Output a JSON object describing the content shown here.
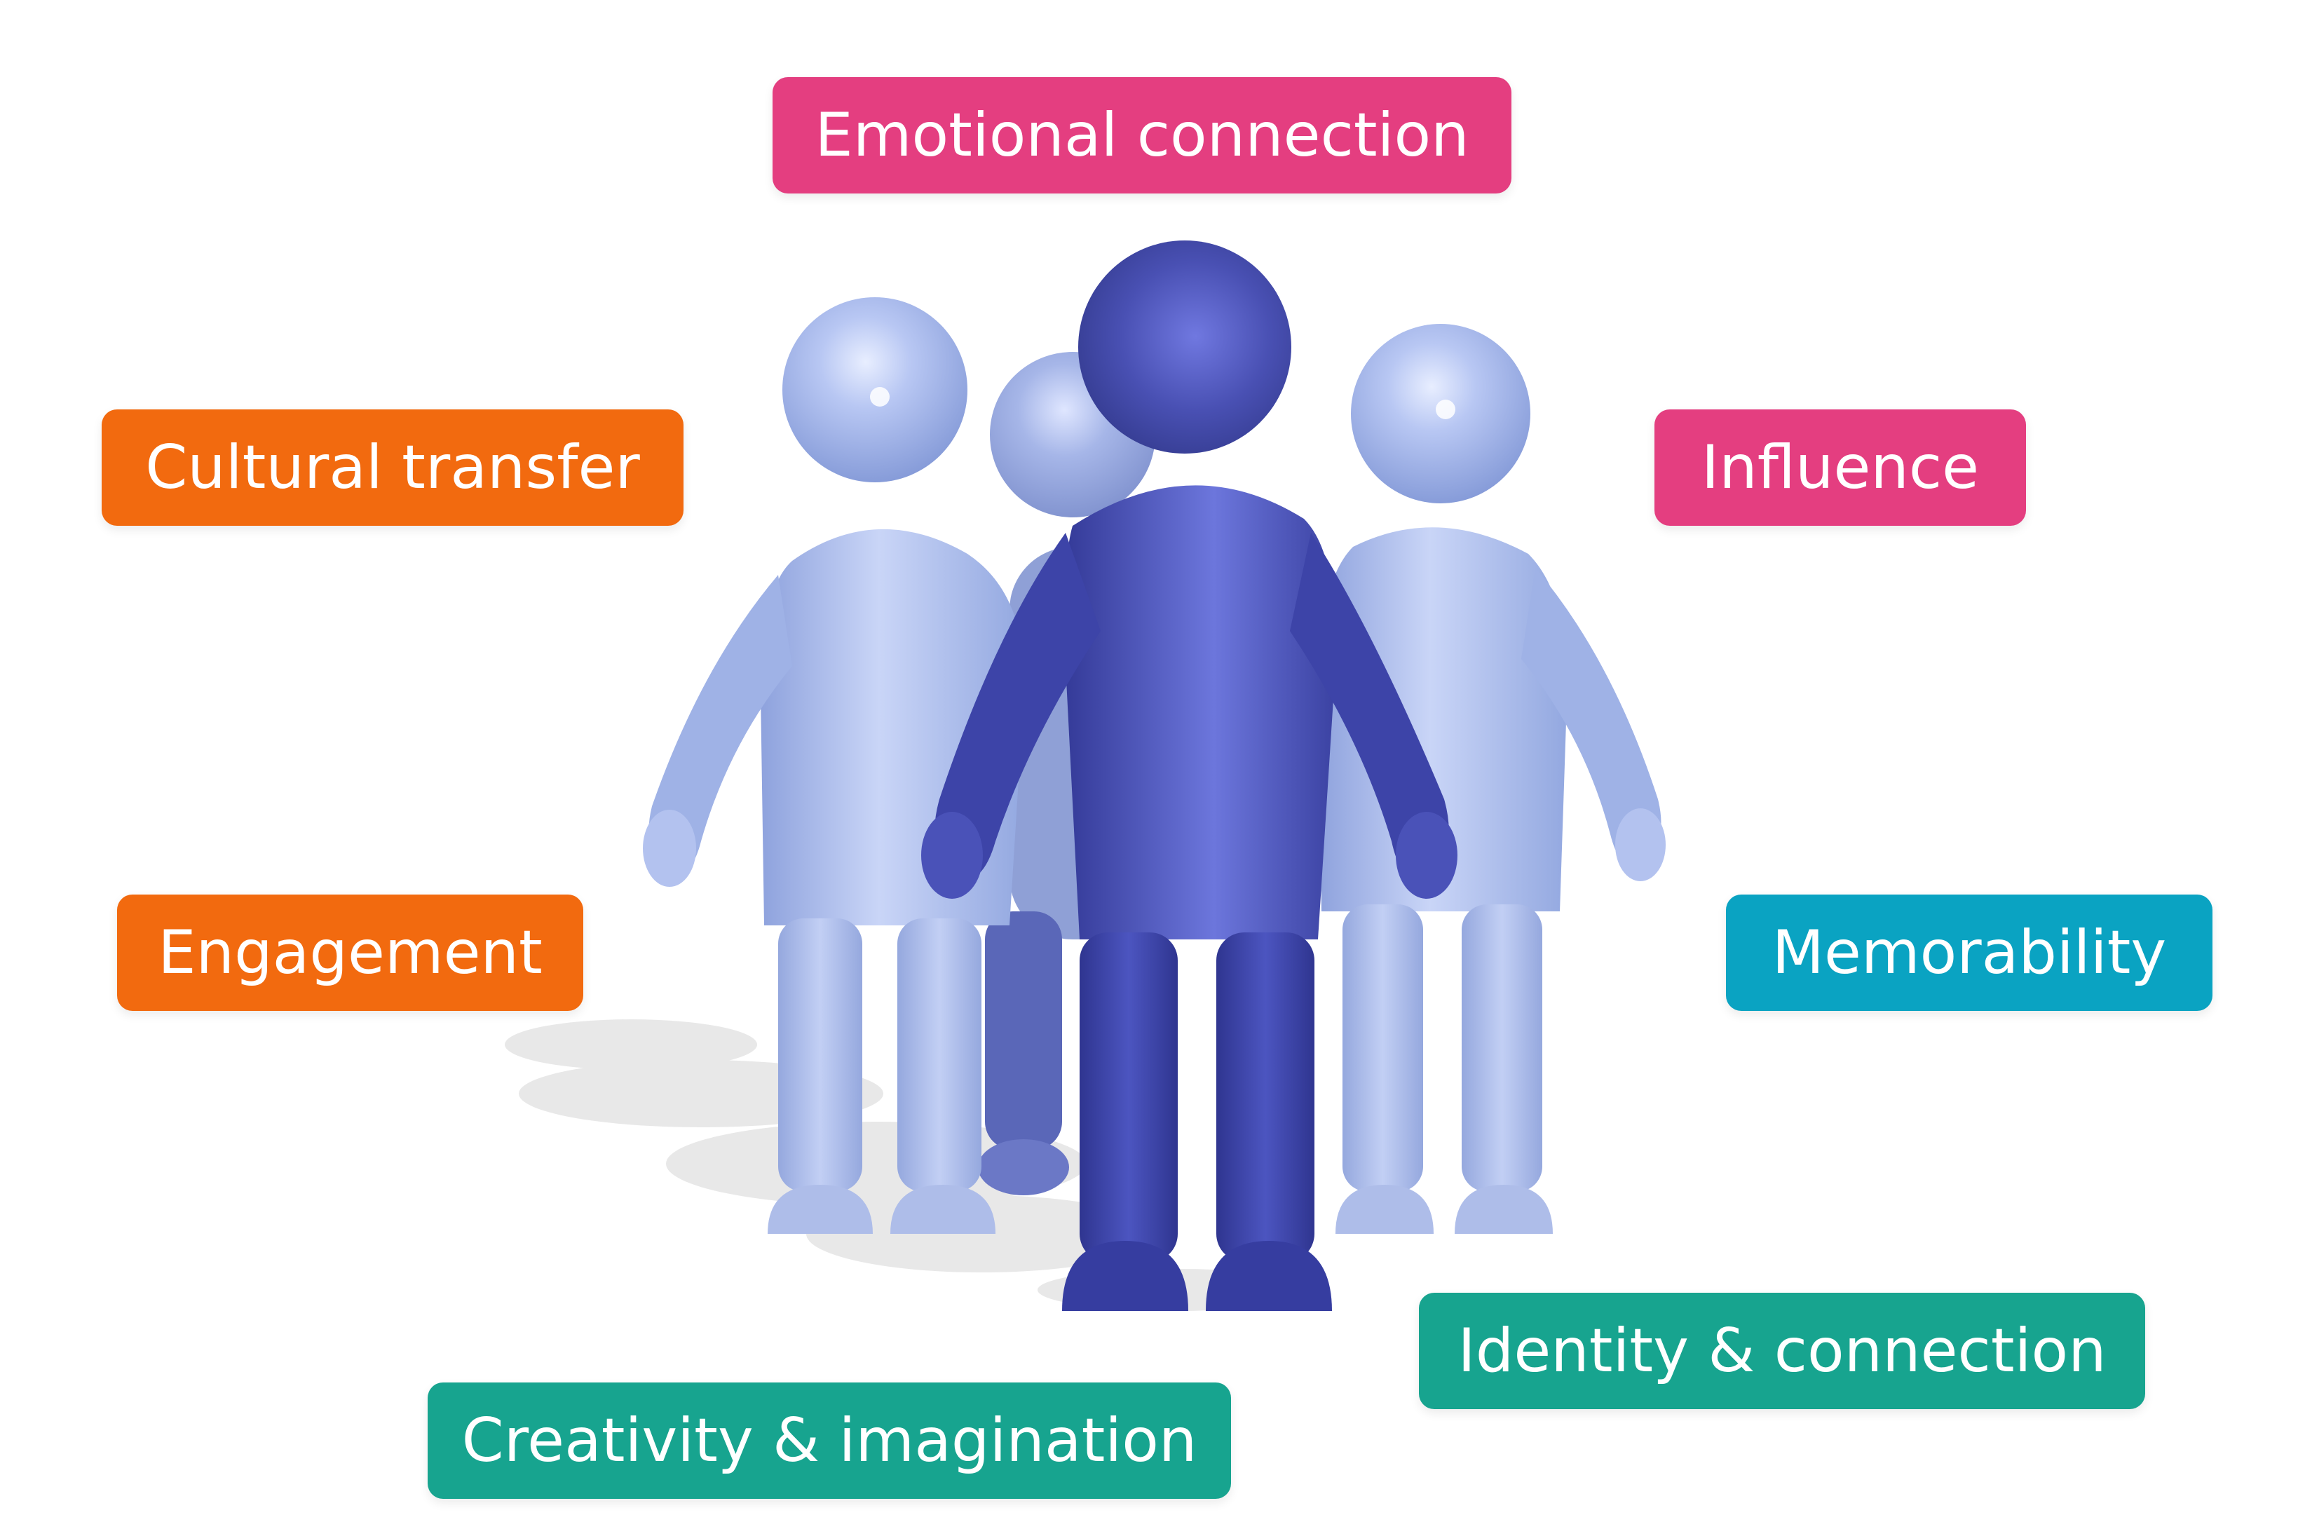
{
  "colors": {
    "pink": "#e43e80",
    "orange": "#f26a0f",
    "blue_teal": "#0aa3c2",
    "green_teal": "#17a48f",
    "figure_light": "#9aaee6",
    "figure_dark": "#3f45a6"
  },
  "labels": [
    {
      "id": "emotional",
      "text": "Emotional connection",
      "color": "#e43e80"
    },
    {
      "id": "cultural",
      "text": "Cultural transfer",
      "color": "#f26a0f"
    },
    {
      "id": "influence",
      "text": "Influence",
      "color": "#e43e80"
    },
    {
      "id": "engagement",
      "text": "Engagement",
      "color": "#f26a0f"
    },
    {
      "id": "memorability",
      "text": "Memorability",
      "color": "#0aa3c2"
    },
    {
      "id": "identity",
      "text": "Identity & connection",
      "color": "#17a48f"
    },
    {
      "id": "creativity",
      "text": "Creativity & imagination",
      "color": "#17a48f"
    }
  ],
  "figures": {
    "count": 4,
    "icon": "person-figure-icon"
  }
}
